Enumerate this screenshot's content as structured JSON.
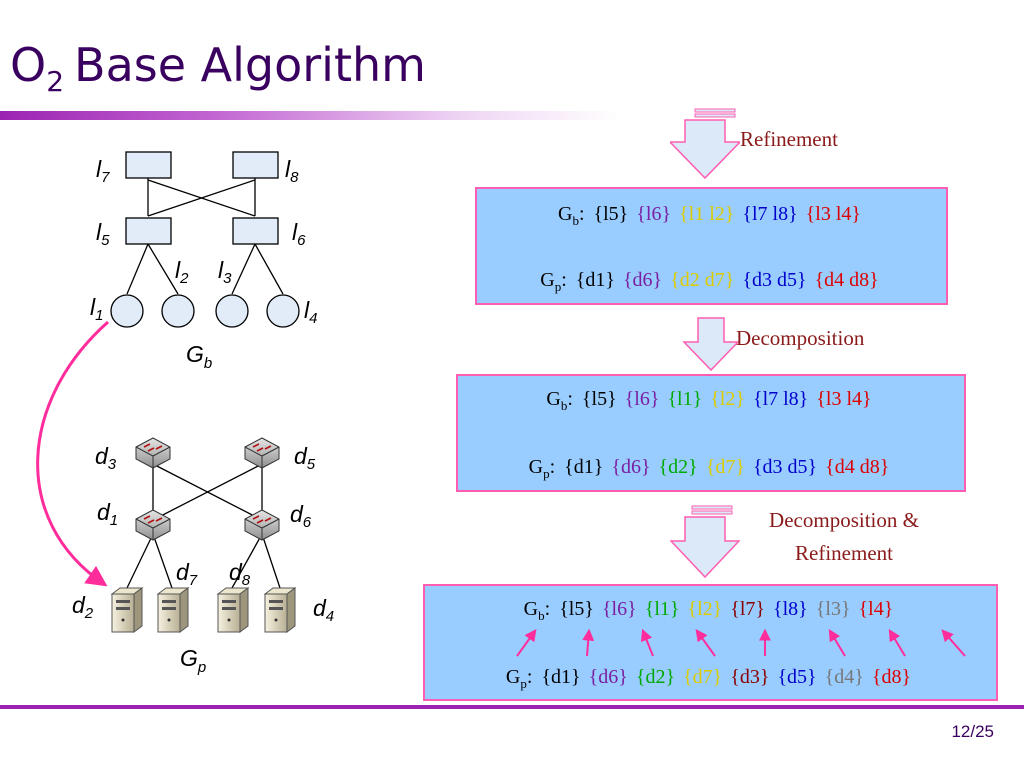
{
  "slide": {
    "title": {
      "main": "O",
      "sub": "2",
      "rest": "Base Algorithm"
    },
    "page_number": "12/25"
  },
  "steps": [
    {
      "label_lines": [
        "Refinement"
      ]
    },
    {
      "label_lines": [
        "Decomposition"
      ]
    },
    {
      "label_lines": [
        "Decomposition &",
        "Refinement"
      ]
    }
  ],
  "mappings": [
    {
      "gb": {
        "name": "G",
        "sub": "b",
        "groups": [
          {
            "text": "{l5}",
            "color": "#000000"
          },
          {
            "text": "{l6}",
            "color": "#7a1fa2"
          },
          {
            "text": "{l1 l2}",
            "color": "#ddcc00"
          },
          {
            "text": "{l7 l8}",
            "color": "#0000cc"
          },
          {
            "text": "{l3 l4}",
            "color": "#dd0000"
          }
        ]
      },
      "gp": {
        "name": "G",
        "sub": "p",
        "groups": [
          {
            "text": "{d1}",
            "color": "#000000"
          },
          {
            "text": "{d6}",
            "color": "#7a1fa2"
          },
          {
            "text": "{d2 d7}",
            "color": "#ddcc00"
          },
          {
            "text": "{d3 d5}",
            "color": "#0000cc"
          },
          {
            "text": "{d4 d8}",
            "color": "#dd0000"
          }
        ]
      }
    },
    {
      "gb": {
        "name": "G",
        "sub": "b",
        "groups": [
          {
            "text": "{l5}",
            "color": "#000000"
          },
          {
            "text": "{l6}",
            "color": "#7a1fa2"
          },
          {
            "text": "{l1}",
            "color": "#00aa00"
          },
          {
            "text": "{l2}",
            "color": "#ddcc00"
          },
          {
            "text": "{l7 l8}",
            "color": "#0000cc"
          },
          {
            "text": "{l3 l4}",
            "color": "#dd0000"
          }
        ]
      },
      "gp": {
        "name": "G",
        "sub": "p",
        "groups": [
          {
            "text": "{d1}",
            "color": "#000000"
          },
          {
            "text": "{d6}",
            "color": "#7a1fa2"
          },
          {
            "text": "{d2}",
            "color": "#00aa00"
          },
          {
            "text": "{d7}",
            "color": "#ddcc00"
          },
          {
            "text": "{d3 d5}",
            "color": "#0000cc"
          },
          {
            "text": "{d4 d8}",
            "color": "#dd0000"
          }
        ]
      }
    },
    {
      "gb": {
        "name": "G",
        "sub": "b",
        "groups": [
          {
            "text": "{l5}",
            "color": "#000000"
          },
          {
            "text": "{l6}",
            "color": "#7a1fa2"
          },
          {
            "text": "{l1}",
            "color": "#00aa00"
          },
          {
            "text": "{l2}",
            "color": "#ddcc00"
          },
          {
            "text": "{l7}",
            "color": "#8b0000"
          },
          {
            "text": "{l8}",
            "color": "#0000cc"
          },
          {
            "text": "{l3}",
            "color": "#777777"
          },
          {
            "text": "{l4}",
            "color": "#dd0000"
          }
        ]
      },
      "gp": {
        "name": "G",
        "sub": "p",
        "groups": [
          {
            "text": "{d1}",
            "color": "#000000"
          },
          {
            "text": "{d6}",
            "color": "#7a1fa2"
          },
          {
            "text": "{d2}",
            "color": "#00aa00"
          },
          {
            "text": "{d7}",
            "color": "#ddcc00"
          },
          {
            "text": "{d3}",
            "color": "#8b0000"
          },
          {
            "text": "{d5}",
            "color": "#0000cc"
          },
          {
            "text": "{d4}",
            "color": "#777777"
          },
          {
            "text": "{d8}",
            "color": "#dd0000"
          }
        ]
      }
    }
  ],
  "graph_gb": {
    "caption": {
      "name": "G",
      "sub": "b"
    },
    "nodes": [
      {
        "letter": "l",
        "index": "7"
      },
      {
        "letter": "l",
        "index": "8"
      },
      {
        "letter": "l",
        "index": "5"
      },
      {
        "letter": "l",
        "index": "6"
      },
      {
        "letter": "l",
        "index": "2"
      },
      {
        "letter": "l",
        "index": "3"
      },
      {
        "letter": "l",
        "index": "1"
      },
      {
        "letter": "l",
        "index": "4"
      }
    ]
  },
  "graph_gp": {
    "caption": {
      "name": "G",
      "sub": "p"
    },
    "nodes": [
      {
        "letter": "d",
        "index": "3"
      },
      {
        "letter": "d",
        "index": "5"
      },
      {
        "letter": "d",
        "index": "1"
      },
      {
        "letter": "d",
        "index": "6"
      },
      {
        "letter": "d",
        "index": "7"
      },
      {
        "letter": "d",
        "index": "8"
      },
      {
        "letter": "d",
        "index": "2"
      },
      {
        "letter": "d",
        "index": "4"
      }
    ]
  },
  "colors": {
    "accent": "#9c23b2",
    "box_fill": "#99ccff",
    "box_border": "#ff5db1",
    "pink_arrow": "#ff2d9c",
    "label_text": "#8b1a1a"
  }
}
